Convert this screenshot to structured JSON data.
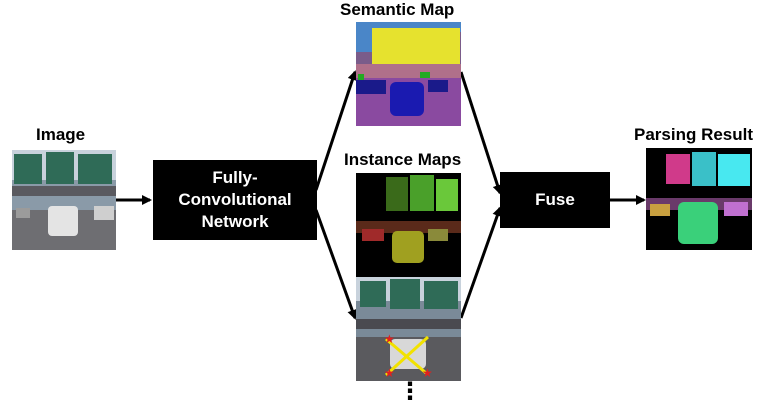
{
  "labels": {
    "image": "Image",
    "semantic_map": "Semantic Map",
    "instance_maps": "Instance Maps",
    "parsing_result": "Parsing Result"
  },
  "boxes": {
    "fcn_line1": "Fully-",
    "fcn_line2": "Convolutional",
    "fcn_line3": "Network",
    "fuse": "Fuse"
  },
  "continuation": "⋮",
  "colors": {
    "box_bg": "#000000",
    "box_text": "#ffffff",
    "arrow": "#000000"
  }
}
